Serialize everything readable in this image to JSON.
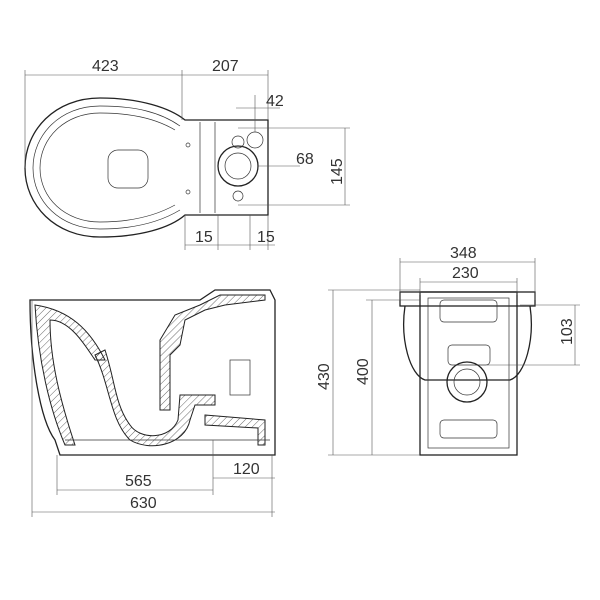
{
  "top_view": {
    "overall_bowl": "423",
    "rear_section": "207",
    "inlet_offset": "42",
    "outlet_diameter": "68",
    "outlet_height": "145",
    "left_offset": "15",
    "right_offset": "15"
  },
  "side_view": {
    "bowl_to_outlet": "565",
    "outlet_depth": "120",
    "overall_length": "630"
  },
  "front_view": {
    "overall_width": "348",
    "base_width": "230",
    "outlet_center_height": "103",
    "overall_height": "430",
    "seat_height": "400"
  },
  "colors": {
    "line": "#222222",
    "dimension": "#555555",
    "text": "#333333"
  }
}
